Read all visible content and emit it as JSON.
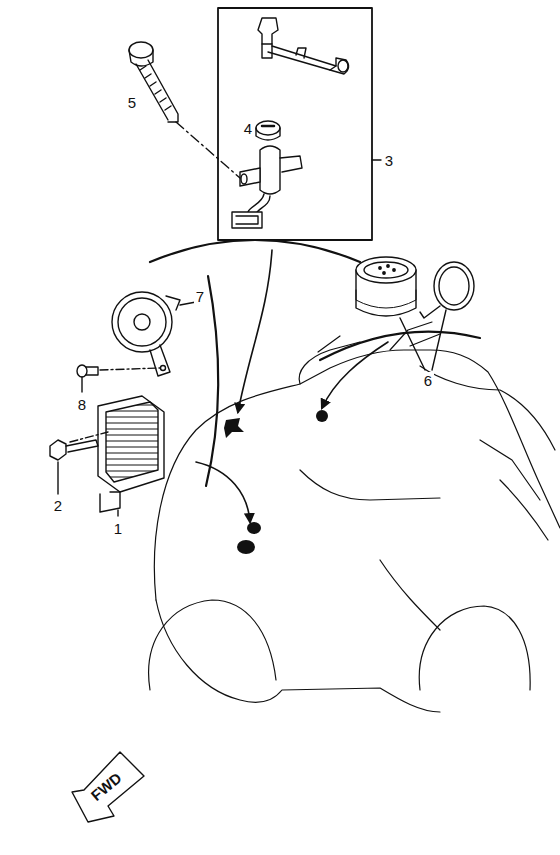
{
  "diagram": {
    "labels": [
      "5",
      "4",
      "3",
      "7",
      "6",
      "8",
      "2",
      "1",
      "FWD"
    ]
  }
}
